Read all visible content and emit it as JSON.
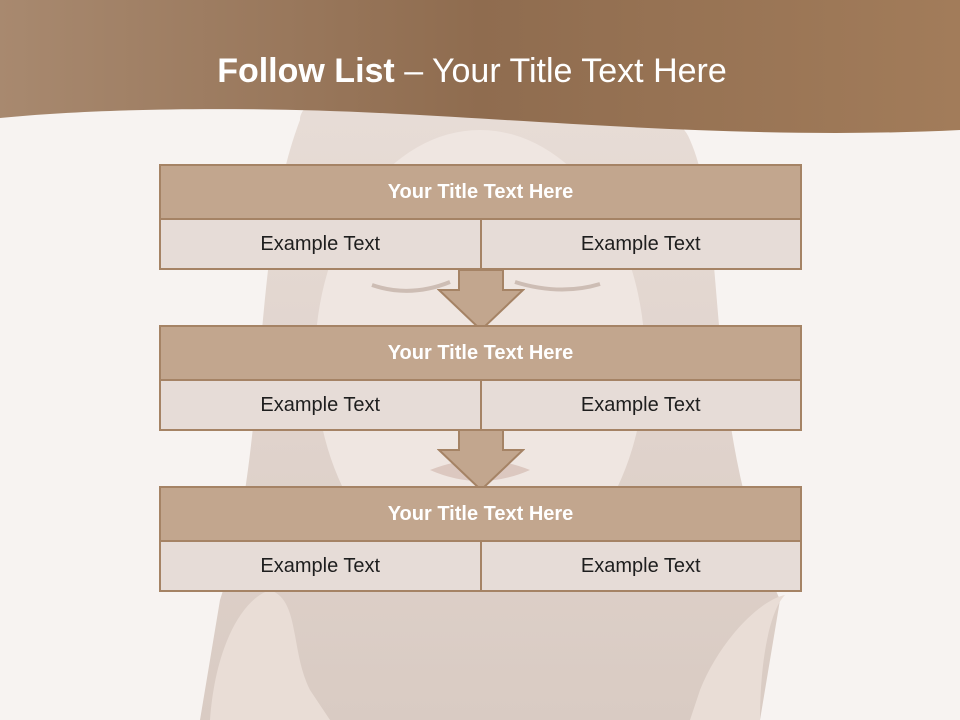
{
  "header": {
    "title_bold": "Follow List",
    "title_rest": "– Your Title Text Here"
  },
  "colors": {
    "header_band": "#9a7555",
    "title_bar": "#c2a68e",
    "cell": "#e6dcd7",
    "border": "#a58365"
  },
  "flow": [
    {
      "title": "Your Title Text Here",
      "left": "Example Text",
      "right": "Example Text"
    },
    {
      "title": "Your Title Text Here",
      "left": "Example Text",
      "right": "Example Text"
    },
    {
      "title": "Your Title Text Here",
      "left": "Example Text",
      "right": "Example Text"
    }
  ]
}
